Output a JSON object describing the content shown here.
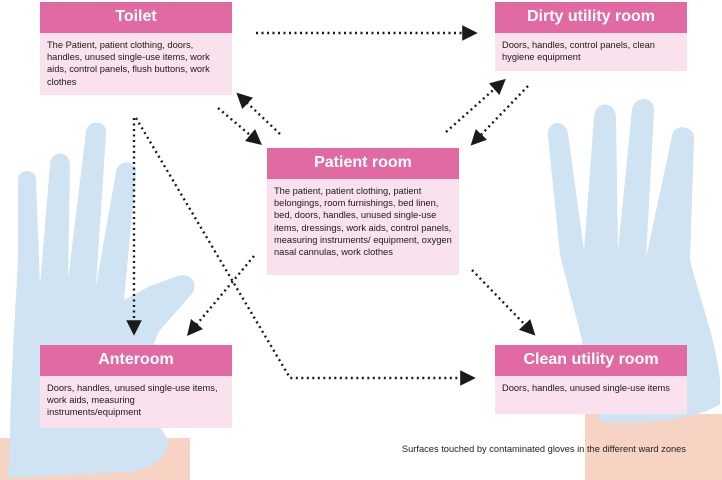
{
  "colors": {
    "header_pink": "#e06aa1",
    "body_pink": "#f9e1ee",
    "glove_blue": "#cfe3f3",
    "skin": "#f7d3c3",
    "arrow": "#1a1a1a"
  },
  "zones": {
    "toilet": {
      "title": "Toilet",
      "surfaces": "The Patient, patient clothing, doors, handles, unused single-use items, work aids, control panels, flush buttons, work clothes"
    },
    "dirty_utility_room": {
      "title": "Dirty utility room",
      "surfaces": "Doors, handles, control panels, clean hygiene equipment"
    },
    "patient_room": {
      "title": "Patient room",
      "surfaces": "The patient, patient clothing, patient belongings, room furnishings, bed linen, bed, doors, handles, unused single-use items, dressings, work aids, control panels, measuring instruments/ equipment, oxygen nasal cannulas, work clothes"
    },
    "anteroom": {
      "title": "Anteroom",
      "surfaces": "Doors, handles, unused single-use items, work aids, measuring instruments/equipment"
    },
    "clean_utility_room": {
      "title": "Clean utility room",
      "surfaces": "Doors, handles, unused single-use items"
    }
  },
  "caption": "Surfaces touched by contaminated gloves in the different ward zones"
}
